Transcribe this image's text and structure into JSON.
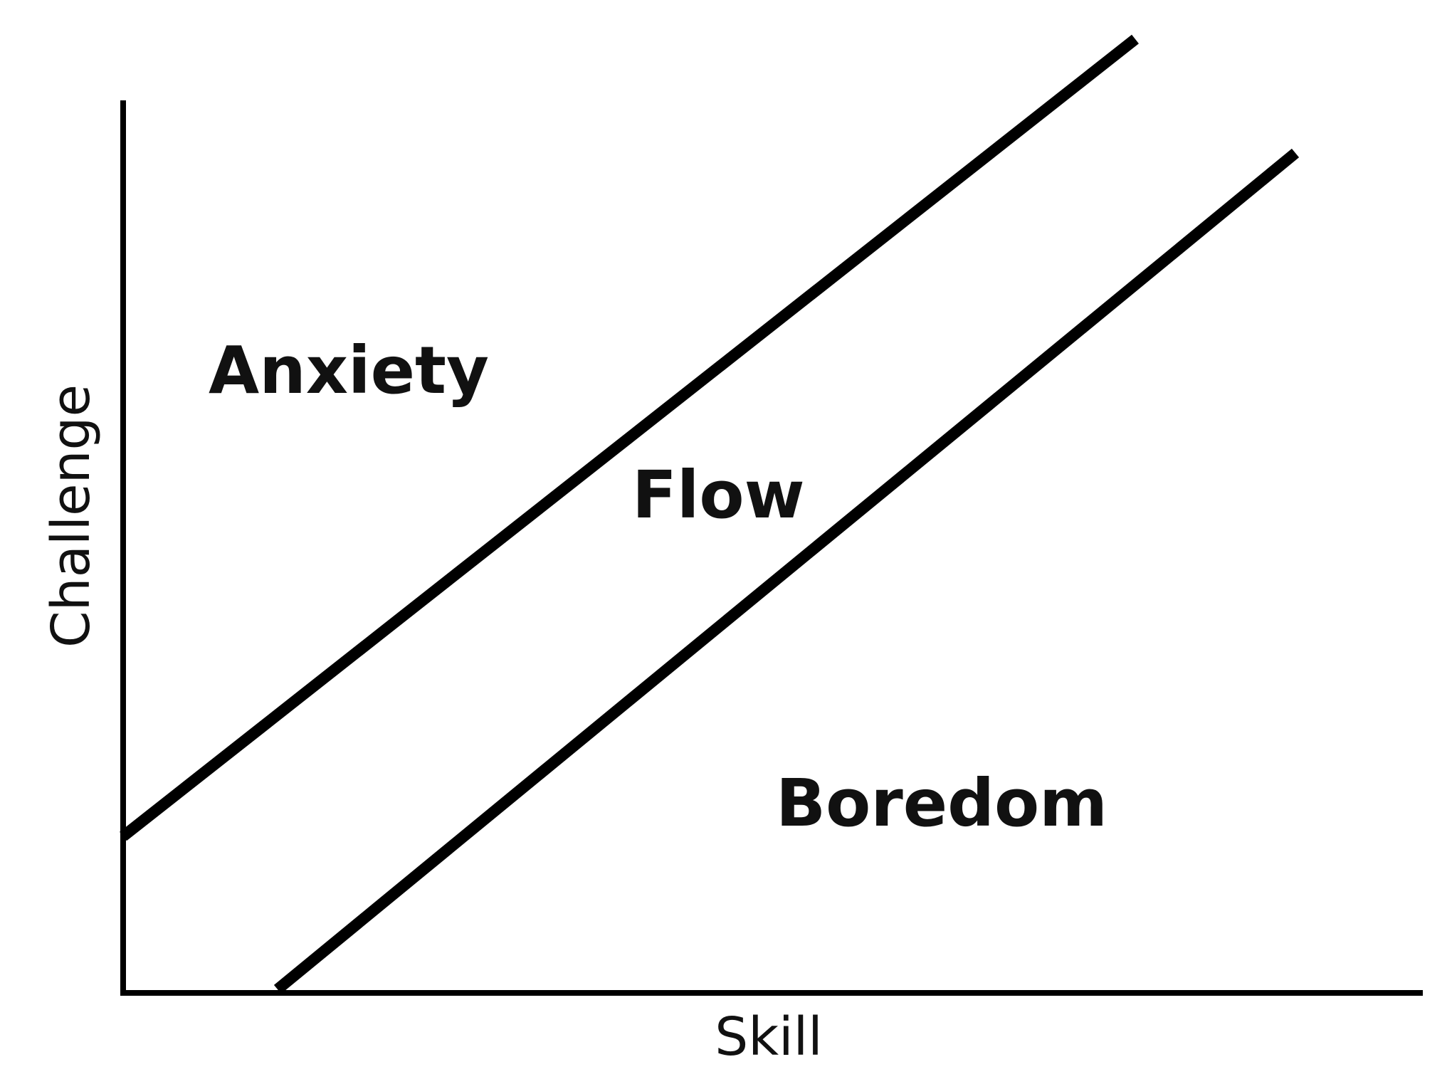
{
  "axes": {
    "x_label": "Skill",
    "y_label": "Challenge"
  },
  "regions": {
    "anxiety": "Anxiety",
    "flow": "Flow",
    "boredom": "Boredom"
  },
  "colors": {
    "line": "#000000",
    "text": "#111111",
    "background": "#ffffff"
  }
}
